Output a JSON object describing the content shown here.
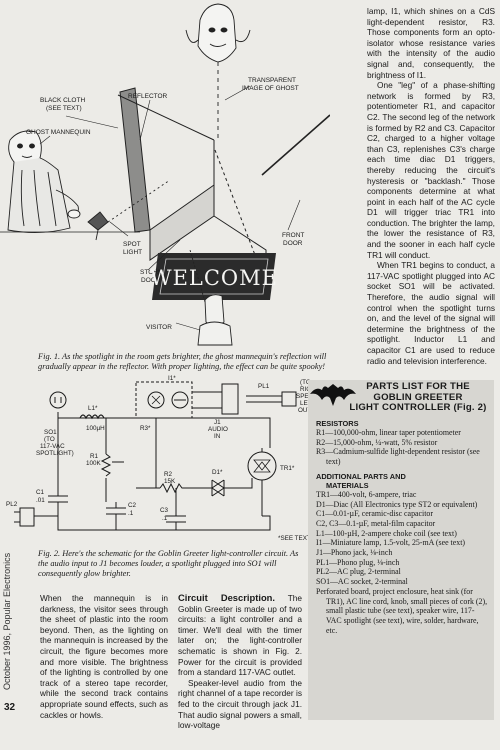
{
  "figure1": {
    "labels": {
      "black_cloth": "BLACK CLOTH",
      "see_text": "(SEE TEXT)",
      "reflector": "REFLECTOR",
      "transparent_1": "TRANSPARENT",
      "transparent_2": "IMAGE OF GHOST",
      "mannequin": "GHOST MANNEQUIN",
      "spot_1": "SPOT",
      "spot_2": "LIGHT",
      "storm_1": "STORM",
      "storm_2": "DOOR",
      "front_1": "FRONT",
      "front_2": "DOOR",
      "welcome": "WELCOME",
      "visitor": "VISITOR"
    },
    "caption": "Fig. 1. As the spotlight in the room gets brighter, the ghost mannequin's reflection will gradually appear in the reflector. With proper lighting, the effect can be quite spooky!"
  },
  "figure2": {
    "labels": {
      "so1": "SO1",
      "to": "(TO",
      "vac": "117-VAC",
      "spot": "SPOTLIGHT)",
      "l1": "L1*",
      "l1_value": "100µH",
      "i1": "I1*",
      "r3": "R3*",
      "j1": "J1",
      "audio": "AUDIO",
      "in": "IN",
      "pl1": "PL1",
      "out_1": "(TO",
      "out_2": "RIGHT",
      "out_3": "SPEAKER-",
      "out_4": "LEVEL",
      "out_5": "OUTPUT)",
      "r1": "R1",
      "r1_value": "100K",
      "r2": "R2",
      "r2_value": "15K",
      "d1": "D1*",
      "tr1": "TR1*",
      "pl2": "PL2",
      "c1": "C1",
      "c1_value": ".01",
      "c2": "C2",
      "c2_value": ".1",
      "c3": "C3",
      "c3_value": ".1",
      "see_text": "*SEE TEXT"
    },
    "caption": "Fig. 2. Here's the schematic for the Goblin Greeter light-controller circuit. As the audio input to J1 becomes louder, a spotlight plugged into SO1 will consequently glow brighter."
  },
  "top_right_text": [
    "lamp, I1, which shines on a CdS light-dependent resistor, R3. Those components form an opto-isolator whose resistance varies with the intensity of the audio signal and, consequently, the brightness of I1.",
    "One \"leg\" of a phase-shifting network is formed by R3, potentiometer R1, and capacitor C2. The second leg of the network is formed by R2 and C3. Capacitor C2, charged to a higher voltage than C3, replenishes C3's charge each time diac D1 triggers, thereby reducing the circuit's hysteresis or \"backlash.\" Those components determine at what point in each half of the AC cycle D1 will trigger triac TR1 into conduction. The brighter the lamp, the lower the resistance of R3, and the sooner in each half cycle TR1 will conduct.",
    "When TR1 begins to conduct, a 117-VAC spotlight plugged into AC socket SO1 will be activated. Therefore, the audio signal will control when the spotlight turns on, and the level of the signal will determine the brightness of the spotlight. Inductor L1 and capacitor C1 are used to reduce radio and television interference."
  ],
  "bottom_left_text": "When the mannequin is in darkness, the visitor sees through the sheet of plastic into the room beyond. Then, as the lighting on the mannequin is increased by the circuit, the figure becomes more and more visible. The brightness of the lighting is controlled by one track of a stereo tape recorder, while the second track contains appropriate sound effects, such as cackles or howls.",
  "bottom_mid_text": {
    "run_in": "Circuit Description.",
    "p1": " The Goblin Greeter is made up of two circuits: a light controller and a timer. We'll deal with the timer later on; the light-controller schematic is shown in Fig. 2. Power for the circuit is provided from a standard 117-VAC outlet.",
    "p2": "Speaker-level audio from the right channel of a tape recorder is fed to the circuit through jack J1. That audio signal powers a small, low-voltage"
  },
  "parts_list": {
    "title_1": "PARTS LIST FOR THE",
    "title_2": "GOBLIN GREETER",
    "title_3": "LIGHT CONTROLLER (Fig. 2)",
    "resistors_heading": "RESISTORS",
    "resistors": [
      "R1—100,000-ohm, linear taper potentiometer",
      "R2—15,000-ohm, ¼-watt, 5% resistor",
      "R3—Cadmium-sulfide light-dependent resistor (see text)"
    ],
    "additional_heading_1": "ADDITIONAL PARTS AND",
    "additional_heading_2": "MATERIALS",
    "additional": [
      "TR1—400-volt, 6-ampere, triac",
      "D1—Diac (All Electronics type ST2 or equivalent)",
      "C1—0.01-µF, ceramic-disc capacitor",
      "C2, C3—0.1-µF, metal-film capacitor",
      "L1—100-µH, 2-ampere choke coil (see text)",
      "I1—Miniature lamp, 1.5-volt, 25-mA (see text)",
      "J1—Phono jack, ⅛-inch",
      "PL1—Phono plug, ⅛-inch",
      "PL2—AC plug, 2-terminal",
      "SO1—AC socket, 2-terminal",
      "Perforated board, project enclosure, heat sink (for TR1), AC line cord, knob, small pieces of cork (2), small plastic tube (see text), speaker wire, 117-VAC spotlight (see text), wire, solder, hardware, etc."
    ]
  },
  "page_number": "32",
  "side_label": "October 1996, Popular Electronics"
}
